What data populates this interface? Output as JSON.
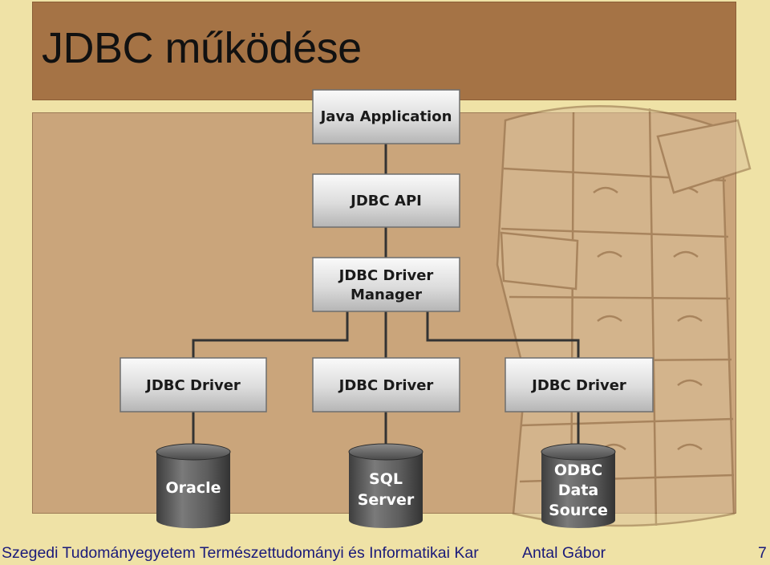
{
  "slide": {
    "title": "JDBC működése"
  },
  "diagram": {
    "nodes": {
      "java_app": [
        "Java Application"
      ],
      "jdbc_api": [
        "JDBC API"
      ],
      "driver_manager": [
        "JDBC Driver",
        "Manager"
      ],
      "driver_1": [
        "JDBC Driver"
      ],
      "driver_2": [
        "JDBC Driver"
      ],
      "driver_3": [
        "JDBC Driver"
      ]
    },
    "datasources": {
      "oracle": [
        "Oracle"
      ],
      "sql_server": [
        "SQL",
        "Server"
      ],
      "odbc": [
        "ODBC",
        "Data",
        "Source"
      ]
    },
    "colors": {
      "box_top": "#fafafa",
      "box_bottom": "#b8b8b8",
      "cylinder": "#5a5a5a",
      "connector": "#333333"
    }
  },
  "footer": {
    "institution": "Szegedi Tudományegyetem Természettudományi és Informatikai Kar",
    "author": "Antal Gábor",
    "page": "7"
  }
}
